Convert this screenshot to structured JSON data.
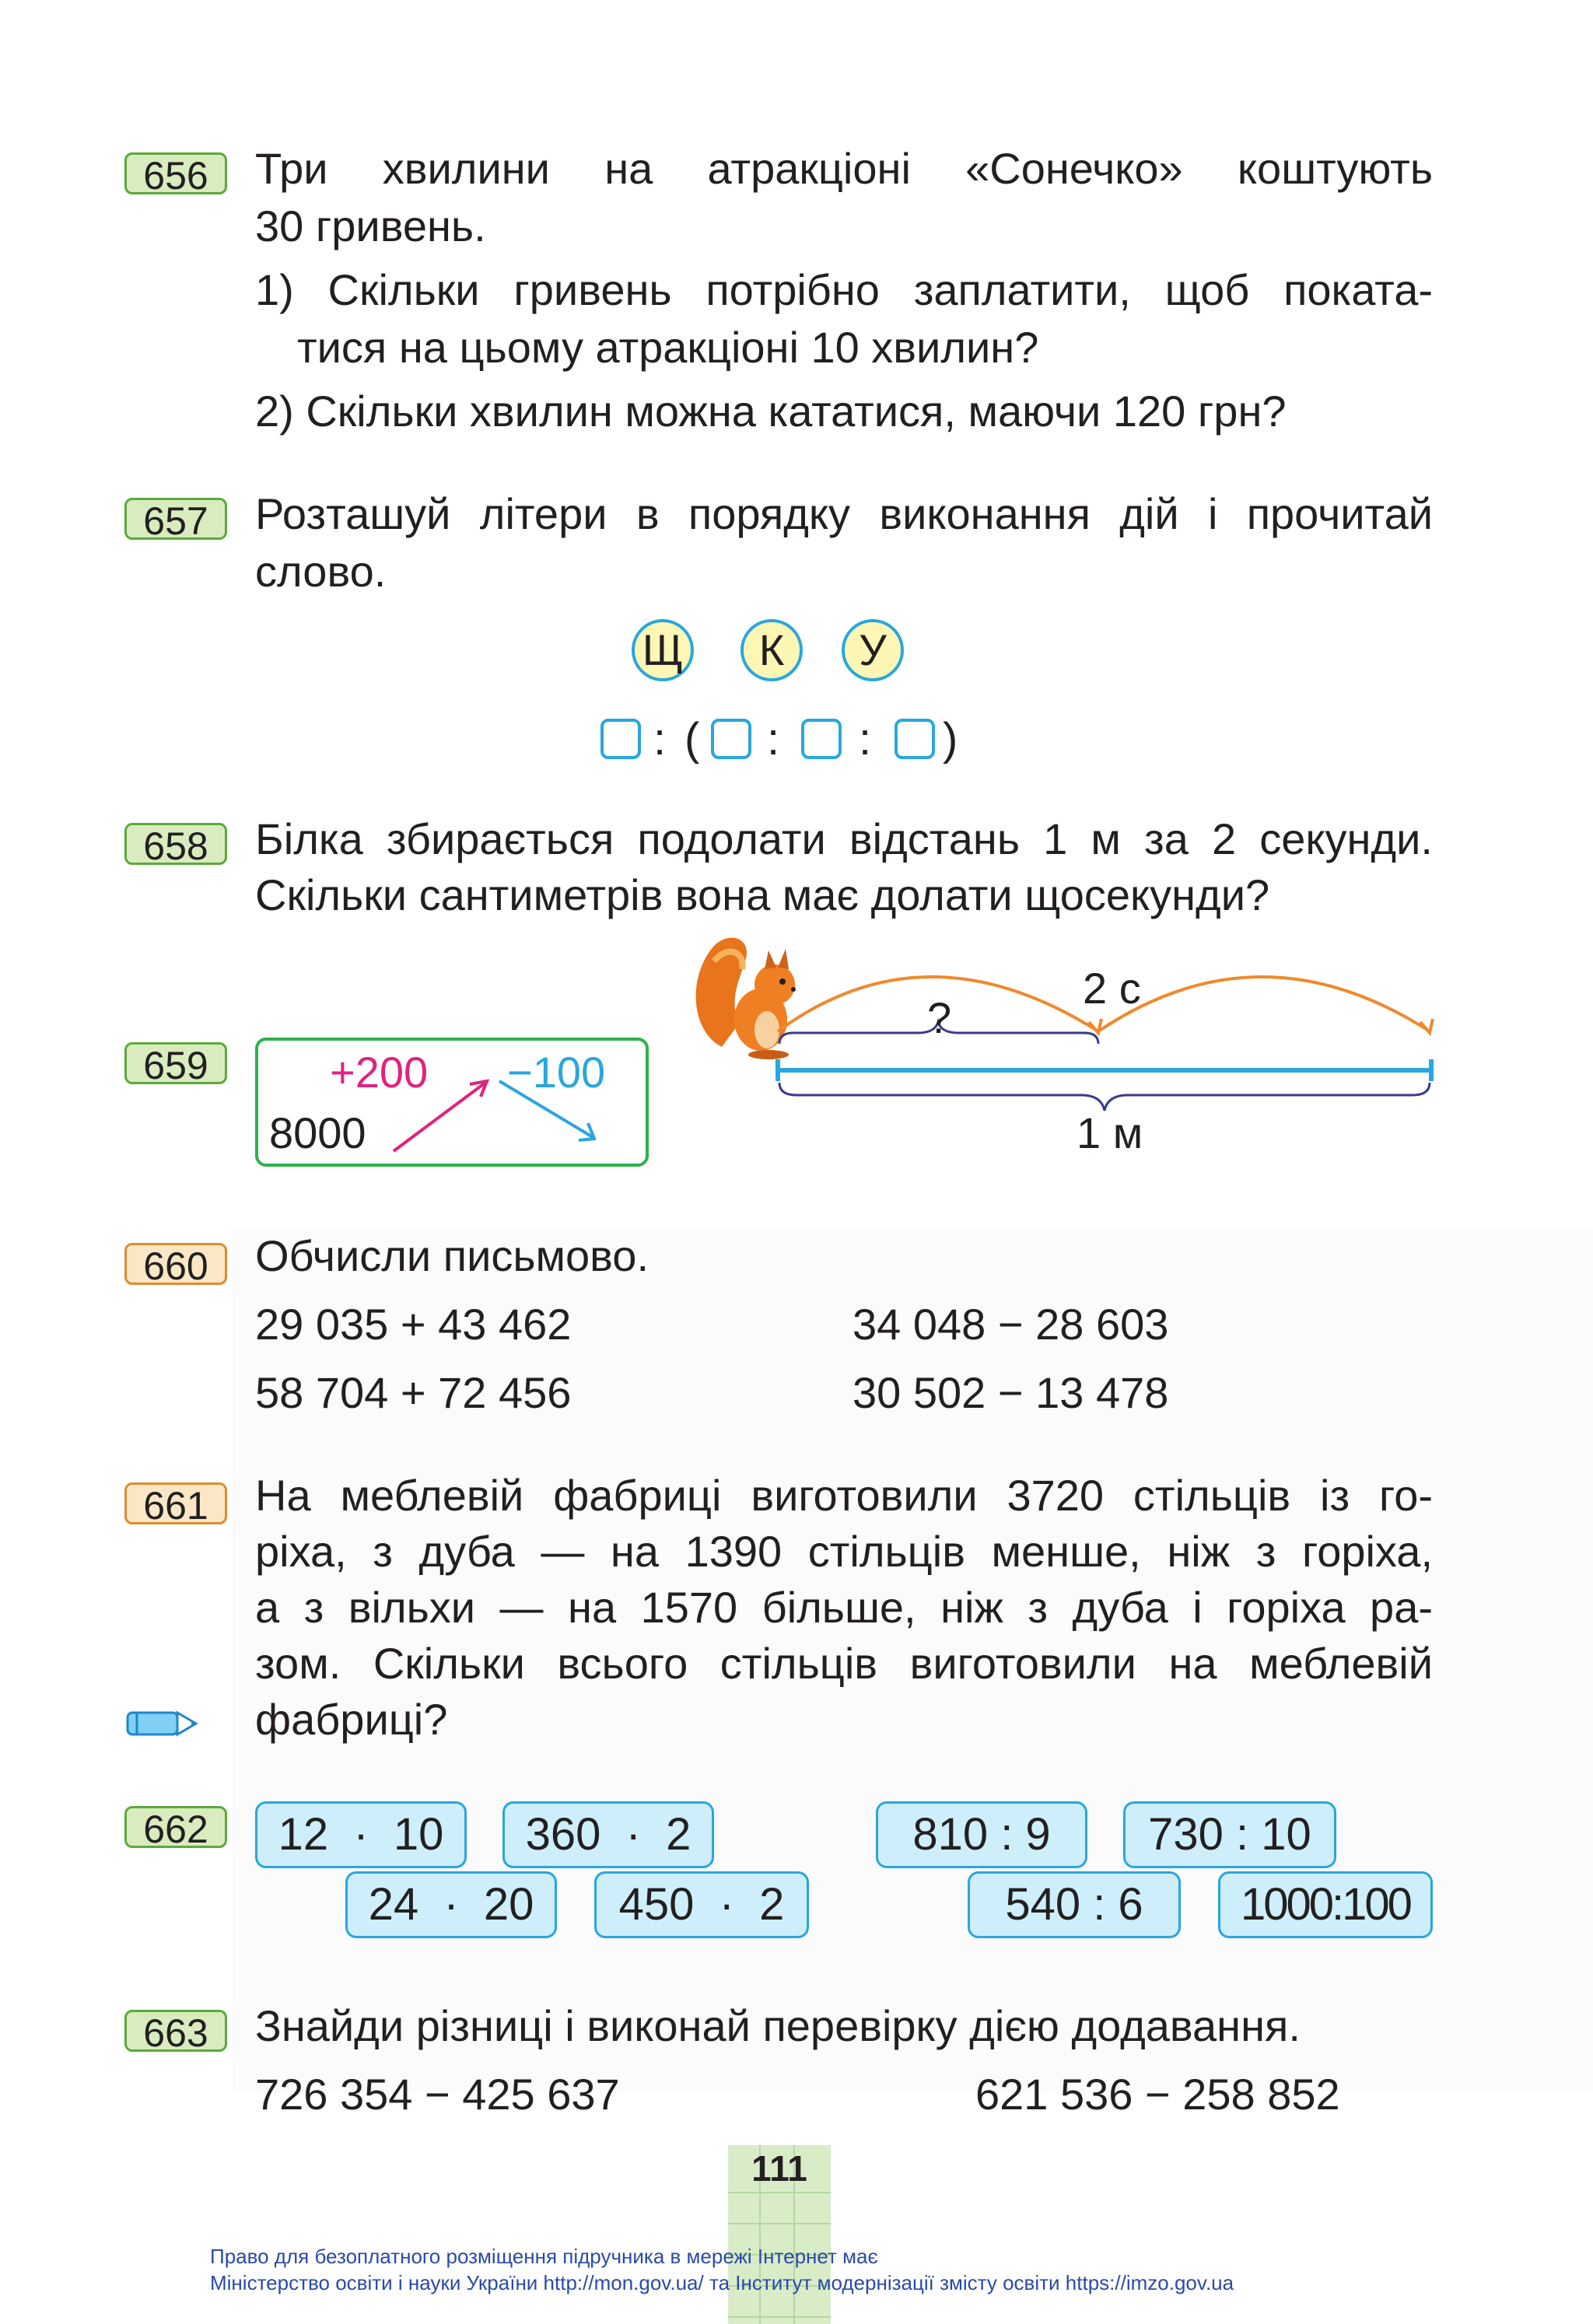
{
  "problems": {
    "p656": {
      "number": "656",
      "lines": [
        "Три хвилини на атракціоні «Сонечко» коштують",
        "30 гривень.",
        "1) Скільки гривень потрібно заплатити, щоб поката-",
        "тися на цьому атракціоні 10 хвилин?",
        "2) Скільки хвилин можна кататися, маючи 120 грн?"
      ]
    },
    "p657": {
      "number": "657",
      "lines": [
        "Розташуй літери в порядку виконання дій і прочитай",
        "слово."
      ],
      "letters": [
        "Щ",
        "К",
        "У"
      ],
      "ops": [
        ":",
        "(",
        ":",
        ":",
        ")"
      ]
    },
    "p658": {
      "number": "658",
      "lines": [
        "Білка збирається подолати відстань 1 м за 2 секунди.",
        "Скільки сантиметрів вона має долати щосекунди?"
      ],
      "diagram": {
        "top_label": "2 с",
        "question": "?",
        "bottom_label": "1 м"
      }
    },
    "p659": {
      "number": "659",
      "start": "8000",
      "step1": "+200",
      "step2": "−100"
    },
    "p660": {
      "number": "660",
      "heading": "Обчисли письмово.",
      "left": [
        "29 035 + 43 462",
        "58 704 + 72 456"
      ],
      "right": [
        "34 048 − 28 603",
        "30 502 − 13 478"
      ]
    },
    "p661": {
      "number": "661",
      "lines": [
        "На меблевій фабриці виготовили 3720 стільців із го-",
        "ріха, з дуба — на 1390 стільців менше, ніж з горіха,",
        "а з вільхи — на 1570 більше, ніж з дуба і горіха ра-",
        "зом. Скільки всього стільців виготовили на меблевій",
        "фабриці?"
      ]
    },
    "p662": {
      "number": "662",
      "expressions": [
        "12  ·  10",
        "360  ·  2",
        "24  ·  20",
        "450  ·  2",
        "810 : 9",
        "730 : 10",
        "540 : 6",
        "1000:100"
      ]
    },
    "p663": {
      "number": "663",
      "heading": "Знайди різниці і виконай перевірку дією додавання.",
      "left": "726 354 − 425 637",
      "right": "621 536 − 258 852"
    }
  },
  "page_number": "111",
  "footer": [
    "Право для безоплатного розміщення підручника в мережі Інтернет має",
    "Міністерство освіти і науки України http://mon.gov.ua/ та Інститут модернізації змісту освіти https://imzo.gov.ua"
  ],
  "icons": {
    "pencil": "pencil-icon",
    "squirrel": "squirrel-illustration"
  },
  "colors": {
    "green_badge": "#5caa3c",
    "orange_badge": "#e28a2c",
    "blue": "#2aa6de",
    "magenta": "#e0237f"
  }
}
